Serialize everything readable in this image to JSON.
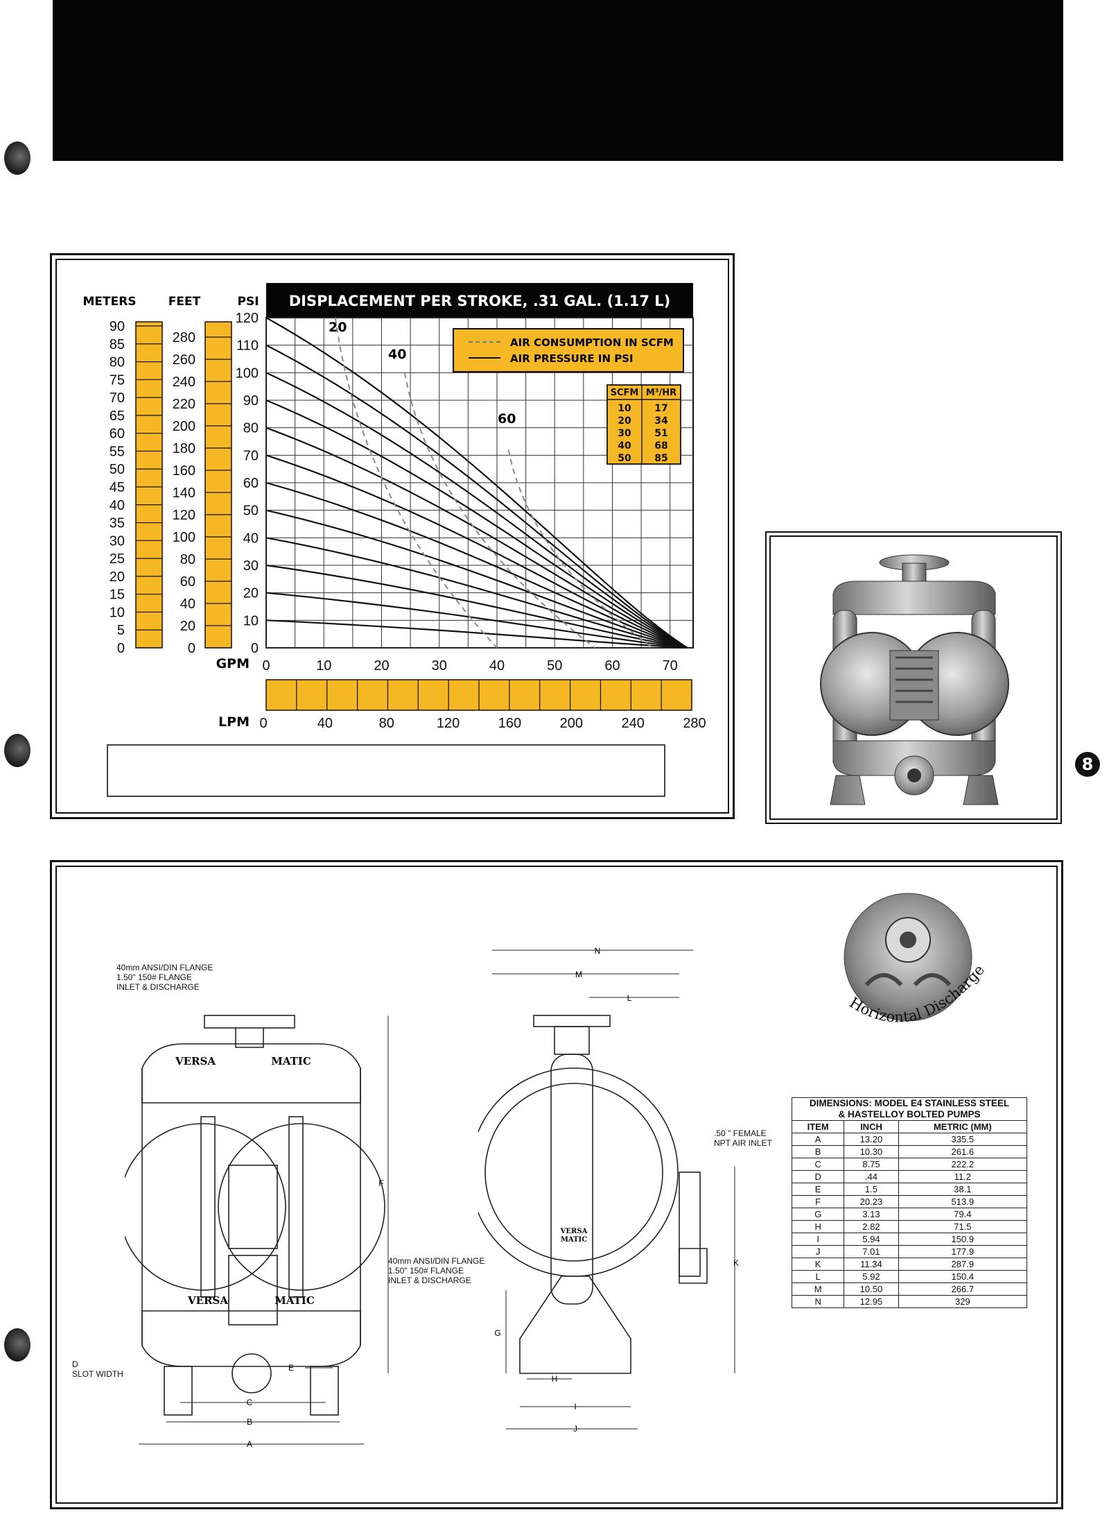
{
  "badge": {
    "number": "8"
  },
  "chart": {
    "title": "DISPLACEMENT PER STROKE, .31 GAL. (1.17 L)",
    "legend": {
      "consumption": "AIR CONSUMPTION IN SCFM",
      "pressure": "AIR PRESSURE IN PSI"
    },
    "conversion_table": {
      "headers": [
        "SCFM",
        "M³/HR"
      ],
      "rows": [
        [
          "10",
          "17"
        ],
        [
          "20",
          "34"
        ],
        [
          "30",
          "51"
        ],
        [
          "40",
          "68"
        ],
        [
          "50",
          "85"
        ]
      ]
    },
    "scales": {
      "meters_label": "METERS",
      "feet_label": "FEET",
      "psi_label": "PSI",
      "gpm_label": "GPM",
      "lpm_label": "LPM",
      "meters_ticks": [
        "90",
        "85",
        "80",
        "75",
        "70",
        "65",
        "60",
        "55",
        "50",
        "45",
        "40",
        "35",
        "30",
        "25",
        "20",
        "15",
        "10",
        "5",
        "0"
      ],
      "feet_ticks": [
        "280",
        "260",
        "240",
        "220",
        "200",
        "180",
        "160",
        "140",
        "120",
        "100",
        "80",
        "60",
        "40",
        "20",
        "0"
      ],
      "psi_ticks": [
        "120",
        "110",
        "100",
        "90",
        "80",
        "70",
        "60",
        "50",
        "40",
        "30",
        "20",
        "10",
        "0"
      ],
      "gpm_ticks": [
        "0",
        "10",
        "20",
        "30",
        "40",
        "50",
        "60",
        "70"
      ],
      "lpm_ticks": [
        "0",
        "40",
        "80",
        "120",
        "160",
        "200",
        "240",
        "280"
      ]
    },
    "curve_labels": [
      "20",
      "40",
      "60"
    ]
  },
  "chart_data": {
    "type": "line",
    "title": "DISPLACEMENT PER STROKE, .31 GAL. (1.17 L)",
    "xlabel": "GPM",
    "ylabel": "PSI",
    "xlim": [
      0,
      74
    ],
    "ylim": [
      0,
      120
    ],
    "pressure_psi_at_zero_flow": [
      120,
      110,
      100,
      90,
      80,
      70,
      60,
      50,
      40,
      30,
      20,
      10
    ],
    "curve_end_gpm": 73,
    "air_consumption_series": [
      {
        "name": "20",
        "points": [
          [
            12,
            120
          ],
          [
            40,
            0
          ]
        ]
      },
      {
        "name": "40",
        "points": [
          [
            24,
            100
          ],
          [
            57,
            0
          ]
        ]
      },
      {
        "name": "60",
        "points": [
          [
            42,
            72
          ],
          [
            67,
            0
          ]
        ]
      }
    ]
  },
  "drawings": {
    "front_callout": [
      "40mm ANSI/DIN FLANGE",
      "1.50\" 150# FLANGE",
      "INLET & DISCHARGE"
    ],
    "side_callout": [
      "40mm ANSI/DIN FLANGE",
      "1.50\" 150# FLANGE",
      "INLET & DISCHARGE"
    ],
    "air_inlet": [
      ".50 \" FEMALE",
      "NPT AIR INLET"
    ],
    "slot_width": [
      "D",
      "SLOT WIDTH"
    ],
    "brand_left": "VERSA",
    "brand_right": "MATIC",
    "brand_side": [
      "VERSA",
      "MATIC"
    ],
    "letters": {
      "A": "A",
      "B": "B",
      "C": "C",
      "E": "E",
      "F": "F",
      "G": "G",
      "H": "H",
      "I": "I",
      "J": "J",
      "K": "K",
      "L": "L",
      "M": "M",
      "N": "N"
    },
    "horizontal_caption": "Horizontal Discharge"
  },
  "dimensions": {
    "caption": [
      "DIMENSIONS: MODEL E4 STAINLESS STEEL",
      "& HASTELLOY BOLTED PUMPS"
    ],
    "headers": [
      "ITEM",
      "INCH",
      "METRIC (MM)"
    ],
    "rows": [
      [
        "A",
        "13.20",
        "335.5"
      ],
      [
        "B",
        "10.30",
        "261.6"
      ],
      [
        "C",
        "8.75",
        "222.2"
      ],
      [
        "D",
        ".44",
        "11.2"
      ],
      [
        "E",
        "1.5",
        "38.1"
      ],
      [
        "F",
        "20.23",
        "513.9"
      ],
      [
        "G",
        "3.13",
        "79.4"
      ],
      [
        "H",
        "2.82",
        "71.5"
      ],
      [
        "I",
        "5.94",
        "150.9"
      ],
      [
        "J",
        "7.01",
        "177.9"
      ],
      [
        "K",
        "11.34",
        "287.9"
      ],
      [
        "L",
        "5.92",
        "150.4"
      ],
      [
        "M",
        "10.50",
        "266.7"
      ],
      [
        "N",
        "12.95",
        "329"
      ]
    ]
  },
  "colors": {
    "accent": "#f6b724",
    "ink": "#111111",
    "header": "#050505"
  }
}
